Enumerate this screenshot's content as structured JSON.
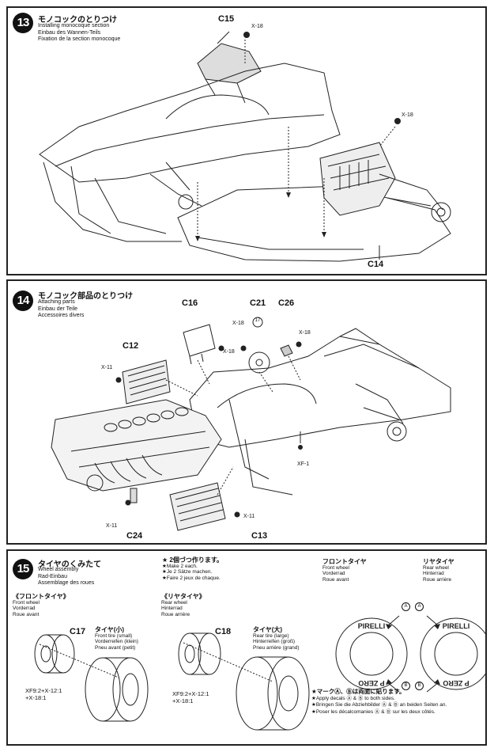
{
  "step13": {
    "number": "13",
    "title_jp": "モノコックのとりつけ",
    "sub_en": "Installing monocoque section",
    "sub_de": "Einbau des Wannen-Teils",
    "sub_fr": "Fixation de la section monocoque",
    "parts": {
      "c15": "C15",
      "c14": "C14",
      "x18a": "X-18",
      "x18b": "X-18"
    }
  },
  "step14": {
    "number": "14",
    "title_jp": "モノコック部品のとりつけ",
    "sub_en": "Attaching parts",
    "sub_de": "Einbau der Teile",
    "sub_fr": "Accessoires divers",
    "parts": {
      "c16": "C16",
      "c21": "C21",
      "c26": "C26",
      "c12": "C12",
      "c13": "C13",
      "c24": "C24",
      "n17": "17",
      "x18a": "X-18",
      "x18b": "X-18",
      "x18c": "X-18",
      "x11a": "X-11",
      "x11b": "X-11",
      "x11c": "X-11",
      "xf1": "XF-1"
    }
  },
  "step15": {
    "number": "15",
    "title_jp": "タイヤのくみたて",
    "sub_en": "Wheel assembly",
    "sub_de": "Rad-Einbau",
    "sub_fr": "Assemblage des roues",
    "make2_jp": "★ 2個づつ作ります。",
    "make2_en": "★Make 2 each.",
    "make2_de": "★Je 2 Sätze machen.",
    "make2_fr": "★Faire 2 jeux de chaque.",
    "front_jp": "《フロントタイヤ》",
    "front_en": "Front wheel",
    "front_de": "Vorderrad",
    "front_fr": "Roue avant",
    "rear_jp": "《リヤタイヤ》",
    "rear_en": "Rear wheel",
    "rear_de": "Hinterrad",
    "rear_fr": "Roue arrière",
    "c17": "C17",
    "c18": "C18",
    "tire_small_jp": "タイヤ(小)",
    "tire_small_en": "Front tire (small)",
    "tire_small_de": "Vorderreifen (klein)",
    "tire_small_fr": "Pneu avant (petit)",
    "tire_large_jp": "タイヤ(大)",
    "tire_large_en": "Rear tire (large)",
    "tire_large_de": "Hinterreifen (groß)",
    "tire_large_fr": "Pneu arrière (grand)",
    "mix_front_1": "XF9:2+X-12:1",
    "mix_front_2": "+X-18:1",
    "mix_rear_1": "XF9:2+X-12:1",
    "mix_rear_2": "+X-18:1",
    "decal_front_jp": "フロントタイヤ",
    "decal_front_en": "Front wheel",
    "decal_front_de": "Vorderrad",
    "decal_front_fr": "Roue avant",
    "decal_rear_jp": "リヤタイヤ",
    "decal_rear_en": "Rear wheel",
    "decal_rear_de": "Hinterrad",
    "decal_rear_fr": "Roue arrière",
    "tire_brand": "PIRELLI",
    "tire_model": "P ZERO",
    "mark_a": "A",
    "mark_b": "B",
    "note_jp": "★マークⒶ、Ⓑは両面に貼ります。",
    "note_en": "★Apply decals Ⓐ & Ⓑ to both sides.",
    "note_de": "★Bringen Sie die Abziehbilder Ⓐ & Ⓑ an beiden Seiten an.",
    "note_fr": "★Poser les décalcomanies Ⓐ & Ⓑ sur les deux côtés."
  }
}
